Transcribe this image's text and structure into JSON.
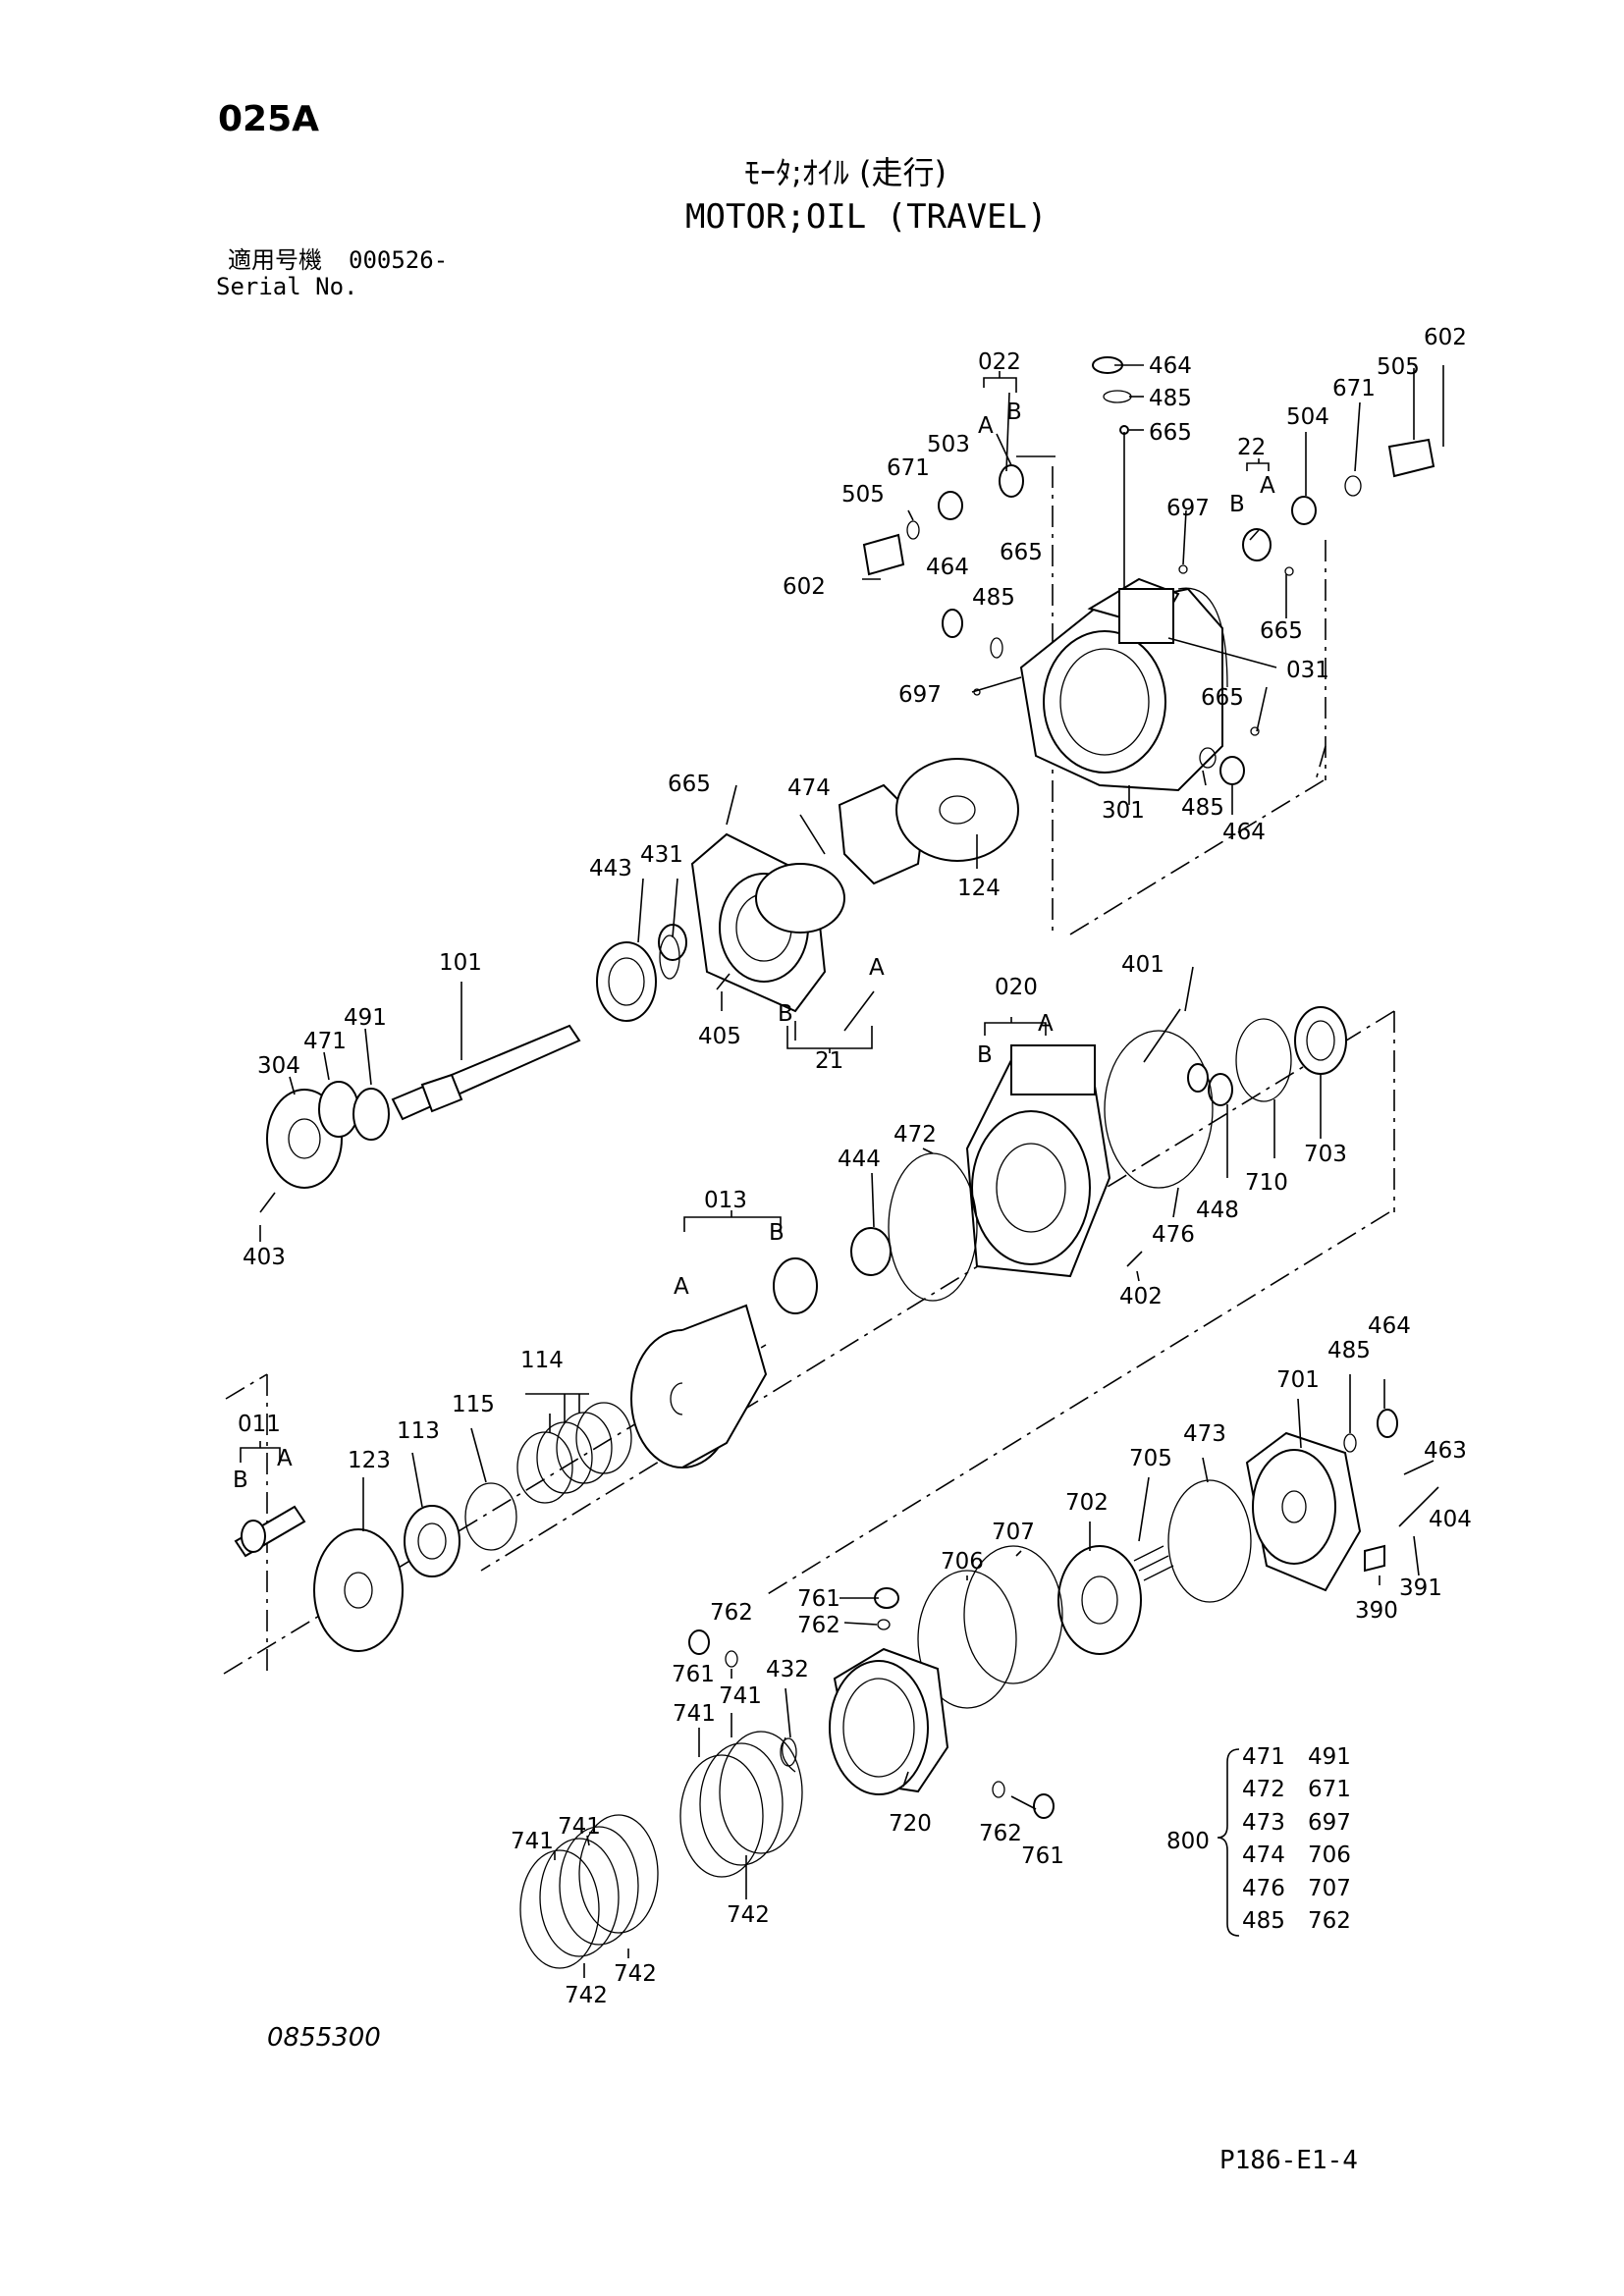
{
  "header": {
    "code": "025A",
    "title_jp": "ﾓｰﾀ;ｵｲﾙ (走行)",
    "title_en": "MOTOR;OIL (TRAVEL)",
    "serial_label_jp": "適用号機",
    "serial_value": "000526-",
    "serial_label_en": "Serial No."
  },
  "footer": {
    "drawing_number": "0855300",
    "page_ref": "P186-E1-4"
  },
  "callouts": [
    "022",
    "A",
    "B",
    "464",
    "485",
    "665",
    "602",
    "505",
    "671",
    "504",
    "503",
    "671",
    "505",
    "22",
    "B",
    "A",
    "697",
    "602",
    "464",
    "665",
    "485",
    "665",
    "031",
    "697",
    "665",
    "485",
    "464",
    "301",
    "665",
    "474",
    "124",
    "443",
    "431",
    "A",
    "101",
    "491",
    "471",
    "304",
    "405",
    "B",
    "21",
    "403",
    "020",
    "A",
    "401",
    "B",
    "703",
    "448",
    "710",
    "476",
    "472",
    "444",
    "402",
    "013",
    "B",
    "A",
    "114",
    "115",
    "113",
    "123",
    "011",
    "B",
    "A",
    "464",
    "485",
    "701",
    "463",
    "473",
    "705",
    "404",
    "702",
    "707",
    "706",
    "391",
    "390",
    "761",
    "762",
    "762",
    "761",
    "432",
    "741",
    "741",
    "720",
    "762",
    "761",
    "742",
    "741",
    "741",
    "742",
    "742"
  ],
  "kit": {
    "number": "800",
    "items": [
      [
        "471",
        "491"
      ],
      [
        "472",
        "671"
      ],
      [
        "473",
        "697"
      ],
      [
        "474",
        "706"
      ],
      [
        "476",
        "707"
      ],
      [
        "485",
        "762"
      ]
    ]
  }
}
